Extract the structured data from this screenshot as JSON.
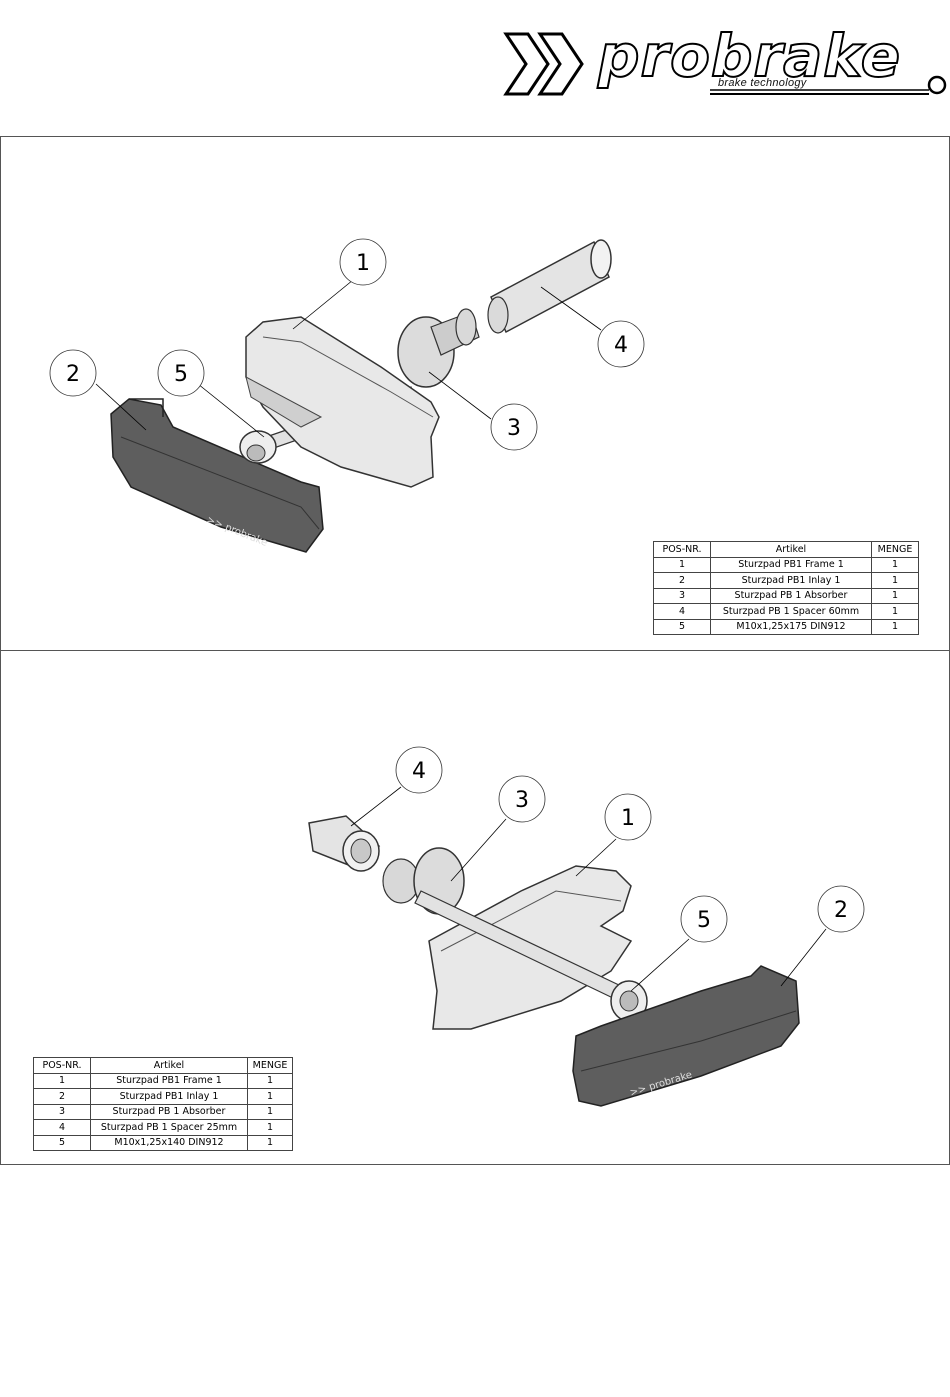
{
  "brand": {
    "name": "probrake",
    "tagline": "brake technology",
    "colors": {
      "ink": "#000000",
      "part_light": "#e6e6e6",
      "part_dark": "#5a5a5a"
    }
  },
  "top_view": {
    "callouts": [
      "1",
      "2",
      "3",
      "4",
      "5"
    ],
    "bom": {
      "headers": [
        "POS-NR.",
        "Artikel",
        "MENGE"
      ],
      "rows": [
        [
          "1",
          "Sturzpad PB1 Frame 1",
          "1"
        ],
        [
          "2",
          "Sturzpad PB1 Inlay 1",
          "1"
        ],
        [
          "3",
          "Sturzpad PB 1 Absorber",
          "1"
        ],
        [
          "4",
          "Sturzpad PB 1 Spacer 60mm",
          "1"
        ],
        [
          "5",
          "M10x1,25x175 DIN912",
          "1"
        ]
      ]
    }
  },
  "bottom_view": {
    "callouts": [
      "4",
      "3",
      "1",
      "5",
      "2"
    ],
    "bom": {
      "headers": [
        "POS-NR.",
        "Artikel",
        "MENGE"
      ],
      "rows": [
        [
          "1",
          "Sturzpad PB1 Frame 1",
          "1"
        ],
        [
          "2",
          "Sturzpad PB1 Inlay 1",
          "1"
        ],
        [
          "3",
          "Sturzpad PB 1 Absorber",
          "1"
        ],
        [
          "4",
          "Sturzpad PB 1 Spacer 25mm",
          "1"
        ],
        [
          "5",
          "M10x1,25x140 DIN912",
          "1"
        ]
      ]
    }
  }
}
